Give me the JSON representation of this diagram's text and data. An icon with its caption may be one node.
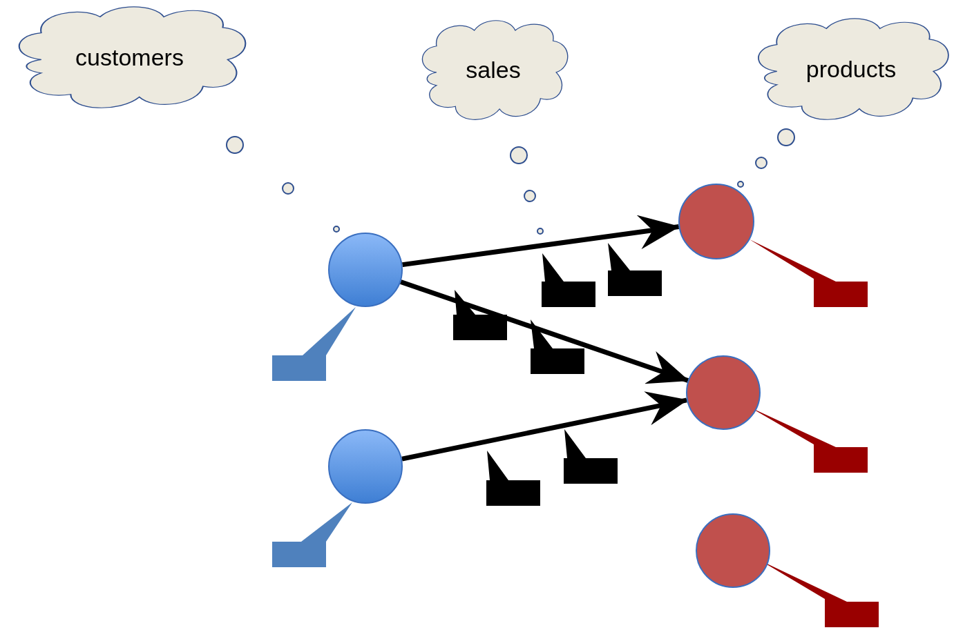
{
  "diagram": {
    "nodes": [
      {
        "text": [
          "customers"
        ]
      },
      {
        "text": [
          "sales"
        ]
      },
      {
        "text": [
          "products"
        ]
      },
      {
        "text": [],
        "shape": "circle"
      },
      {
        "text": [],
        "shape": "circle"
      },
      {
        "text": [],
        "shape": "circle"
      },
      {
        "text": [],
        "shape": "circle"
      },
      {
        "text": [],
        "shape": "circle"
      },
      {
        "text": [],
        "shape": "callout"
      },
      {
        "text": [],
        "shape": "callout"
      },
      {
        "text": [],
        "shape": "callout"
      },
      {
        "text": [],
        "shape": "callout"
      },
      {
        "text": [],
        "shape": "callout"
      },
      {
        "text": [],
        "shape": "callout"
      },
      {
        "text": [],
        "shape": "callout"
      },
      {
        "text": [],
        "shape": "callout"
      },
      {
        "text": [],
        "shape": "callout"
      },
      {
        "text": [],
        "shape": "callout"
      },
      {
        "text": [],
        "shape": "callout"
      }
    ],
    "edges": [
      {
        "from": 3,
        "to": 5,
        "arrow": "to"
      },
      {
        "from": 3,
        "to": 6,
        "arrow": "to"
      },
      {
        "from": 4,
        "to": 6,
        "arrow": "to"
      }
    ]
  }
}
